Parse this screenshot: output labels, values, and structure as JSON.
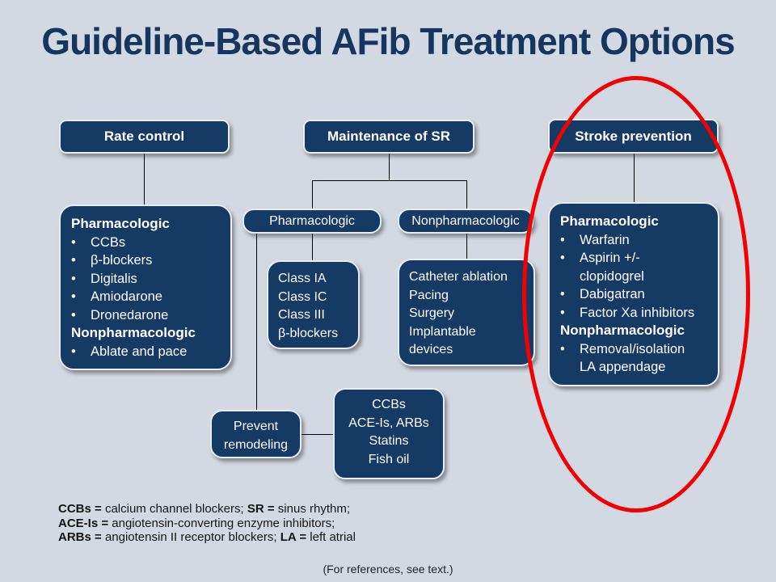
{
  "title": "Guideline-Based AFib Treatment Options",
  "reference_note": "(For references, see text.)",
  "icons": {
    "bullet": "•"
  },
  "colors": {
    "background": "#D3D9E2",
    "title": "#17365D",
    "box_fill": "#153A63",
    "highlight": "#F40000",
    "line": "#000000"
  },
  "nodes": {
    "rate_control": {
      "label": "Rate control"
    },
    "maintenance": {
      "label": "Maintenance of SR"
    },
    "stroke_prevention": {
      "label": "Stroke prevention"
    },
    "maint_pharm": {
      "label": "Pharmacologic"
    },
    "maint_nonpharm": {
      "label": "Nonpharmacologic"
    },
    "rate_detail": {
      "lines": [
        {
          "style": "header",
          "text": "Pharmacologic"
        },
        {
          "style": "bullet",
          "text": "CCBs"
        },
        {
          "style": "bullet",
          "text": "β-blockers"
        },
        {
          "style": "bullet",
          "text": "Digitalis"
        },
        {
          "style": "bullet",
          "text": "Amiodarone"
        },
        {
          "style": "bullet",
          "text": "Dronedarone"
        },
        {
          "style": "header",
          "text": "Nonpharmacologic"
        },
        {
          "style": "bullet",
          "text": "Ablate and pace"
        }
      ]
    },
    "class_box": {
      "lines": [
        {
          "style": "plain",
          "text": "Class IA"
        },
        {
          "style": "plain",
          "text": "Class IC"
        },
        {
          "style": "plain",
          "text": "Class III"
        },
        {
          "style": "plain",
          "text": "β-blockers"
        }
      ]
    },
    "ablation_box": {
      "lines": [
        {
          "style": "plain",
          "text": "Catheter ablation"
        },
        {
          "style": "plain",
          "text": "Pacing"
        },
        {
          "style": "plain",
          "text": "Surgery"
        },
        {
          "style": "plain",
          "text": "Implantable"
        },
        {
          "style": "plain",
          "text": "devices"
        }
      ]
    },
    "prevent_remodeling": {
      "lines": [
        {
          "style": "plain",
          "text": "Prevent"
        },
        {
          "style": "plain",
          "text": "remodeling"
        }
      ]
    },
    "remodeling_drugs": {
      "lines": [
        {
          "style": "plain",
          "text": "CCBs"
        },
        {
          "style": "plain",
          "text": "ACE-Is, ARBs"
        },
        {
          "style": "plain",
          "text": "Statins"
        },
        {
          "style": "plain",
          "text": "Fish oil"
        }
      ]
    },
    "stroke_detail": {
      "lines": [
        {
          "style": "header",
          "text": "Pharmacologic"
        },
        {
          "style": "bullet",
          "text": "Warfarin"
        },
        {
          "style": "bullet",
          "text": "Aspirin +/-"
        },
        {
          "style": "cont",
          "text": "clopidogrel"
        },
        {
          "style": "bullet",
          "text": "Dabigatran"
        },
        {
          "style": "bullet",
          "text": "Factor Xa inhibitors"
        },
        {
          "style": "header",
          "text": "Nonpharmacologic"
        },
        {
          "style": "bullet",
          "text": "Removal/isolation"
        },
        {
          "style": "cont",
          "text": "LA appendage"
        }
      ]
    }
  },
  "footnote": {
    "lines": [
      {
        "segments": [
          {
            "text": "CCBs = ",
            "bold": true
          },
          {
            "text": "calcium channel blockers; ",
            "bold": false
          },
          {
            "text": "SR = ",
            "bold": true
          },
          {
            "text": "sinus rhythm;",
            "bold": false
          }
        ]
      },
      {
        "segments": [
          {
            "text": "ACE-Is = ",
            "bold": true
          },
          {
            "text": "angiotensin-converting enzyme inhibitors;",
            "bold": false
          }
        ]
      },
      {
        "segments": [
          {
            "text": "ARBs = ",
            "bold": true
          },
          {
            "text": "angiotensin II receptor blockers; ",
            "bold": false
          },
          {
            "text": "LA = ",
            "bold": true
          },
          {
            "text": "left atrial",
            "bold": false
          }
        ]
      }
    ]
  }
}
